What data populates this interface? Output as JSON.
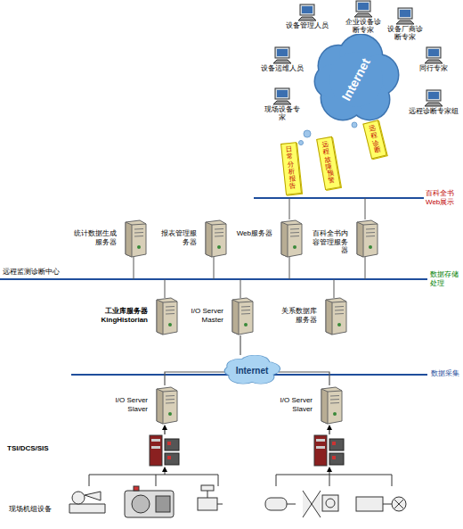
{
  "diagram": {
    "nodes": [
      {
        "text": [
          "设备管理人员"
        ]
      },
      {
        "text": [
          "企业设备诊断专家"
        ]
      },
      {
        "text": [
          "设备厂商诊断专家"
        ]
      },
      {
        "text": [
          "设备运维人员"
        ]
      },
      {
        "text": [
          "Internet"
        ]
      },
      {
        "text": [
          "同行专家"
        ]
      },
      {
        "text": [
          "现场设备专家"
        ]
      },
      {
        "text": [
          "远程诊断专家组"
        ]
      },
      {
        "text": [
          "远程诊断"
        ]
      },
      {
        "text": [
          "远程故障预警"
        ]
      },
      {
        "text": [
          "日常分析报告"
        ]
      },
      {
        "text": [
          "统计数据生成服务器"
        ]
      },
      {
        "text": [
          "报表管理服务器"
        ]
      },
      {
        "text": [
          "Web服务器"
        ]
      },
      {
        "text": [
          "百科全书内容管理服务器"
        ]
      },
      {
        "text": [
          "工业库服务器 KingHistorian"
        ]
      },
      {
        "text": [
          "I/O Server Master"
        ]
      },
      {
        "text": [
          "关系数据库服务器"
        ]
      },
      {
        "text": [
          "Internet"
        ]
      },
      {
        "text": [
          "I/O Server Slaver"
        ]
      },
      {
        "text": [
          "I/O Server Slaver"
        ]
      }
    ],
    "edges": [
      {
        "from": 18,
        "to": 16,
        "arrow": "none"
      },
      {
        "from": 18,
        "to": 19,
        "arrow": "none"
      },
      {
        "from": 18,
        "to": 20,
        "arrow": "none"
      }
    ],
    "labels": [
      "百科全书Web展示",
      "远程监测诊断中心",
      "数据存储处理",
      "数据采集",
      "TSI/DCS/SIS",
      "现场机组设备"
    ]
  }
}
